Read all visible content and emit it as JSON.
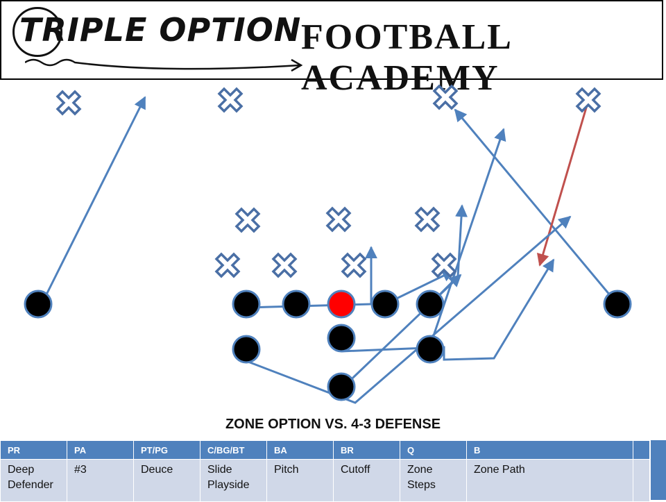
{
  "header": {
    "brand_left": "TRIPLE OPTION",
    "brand_right": "FOOTBALL ACADEMY"
  },
  "play": {
    "title": "ZONE OPTION VS. 4-3 DEFENSE"
  },
  "assignments": {
    "headers": [
      "PR",
      "PA",
      "PT/PG",
      "C/BG/BT",
      "BA",
      "BR",
      "Q",
      "B",
      ""
    ],
    "values": [
      "Deep\nDefender",
      "#3",
      "Deuce",
      "Slide\nPlayside",
      "Pitch",
      "Cutoff",
      "Zone\nSteps",
      "Zone Path",
      ""
    ]
  },
  "colors": {
    "route": "#4f81bd",
    "pitch_route": "#c0504d",
    "defender_fill": "#ffffff",
    "defender_stroke": "#4a6fa5",
    "offense_fill": "#000000",
    "offense_stroke": "#4f81bd",
    "center_fill": "#ff0000",
    "table_header": "#4f81bd",
    "table_cell": "#d0d8e8"
  },
  "icons": {
    "defender": "x-marker-icon",
    "offense": "player-circle-icon"
  }
}
